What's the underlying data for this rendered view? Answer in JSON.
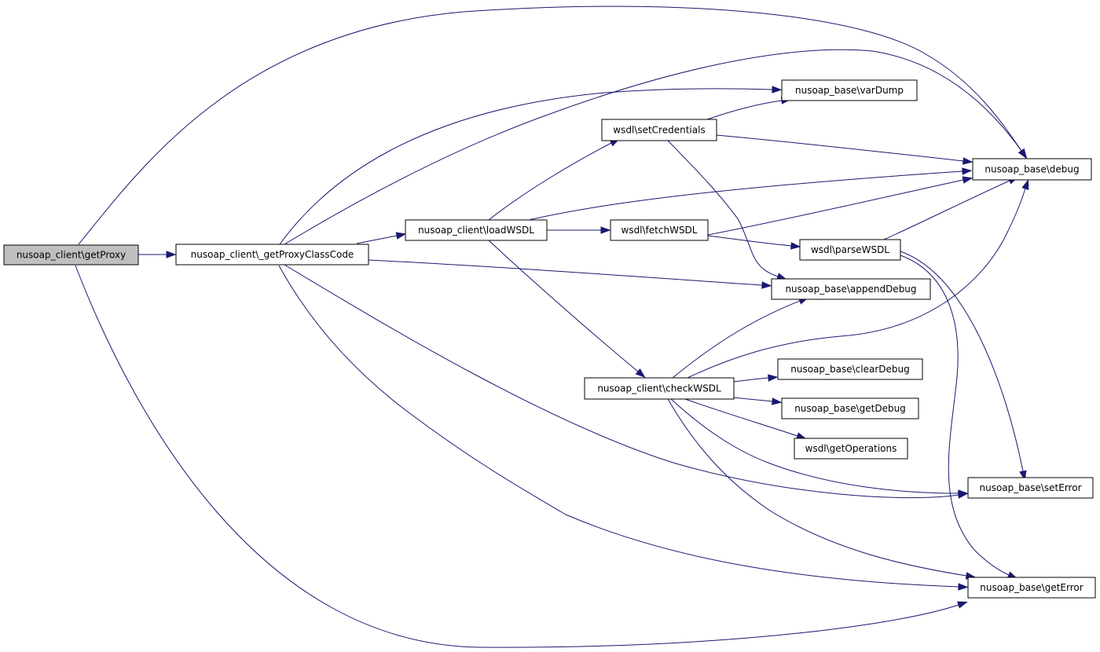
{
  "colors": {
    "edge": "#191970",
    "root_fill": "#bfbfbf",
    "node_fill": "#ffffff",
    "border": "#000000"
  },
  "nodes": [
    {
      "id": "getProxy",
      "label": "nusoap_client\\getProxy",
      "root": true
    },
    {
      "id": "getProxyClassCode",
      "label": "nusoap_client\\_getProxyClassCode"
    },
    {
      "id": "loadWSDL",
      "label": "nusoap_client\\loadWSDL"
    },
    {
      "id": "setCredentials",
      "label": "wsdl\\setCredentials"
    },
    {
      "id": "fetchWSDL",
      "label": "wsdl\\fetchWSDL"
    },
    {
      "id": "parseWSDL",
      "label": "wsdl\\parseWSDL"
    },
    {
      "id": "checkWSDL",
      "label": "nusoap_client\\checkWSDL"
    },
    {
      "id": "varDump",
      "label": "nusoap_base\\varDump"
    },
    {
      "id": "debug",
      "label": "nusoap_base\\debug"
    },
    {
      "id": "appendDebug",
      "label": "nusoap_base\\appendDebug"
    },
    {
      "id": "clearDebug",
      "label": "nusoap_base\\clearDebug"
    },
    {
      "id": "getDebug",
      "label": "nusoap_base\\getDebug"
    },
    {
      "id": "getOperations",
      "label": "wsdl\\getOperations"
    },
    {
      "id": "setError",
      "label": "nusoap_base\\setError"
    },
    {
      "id": "getError",
      "label": "nusoap_base\\getError"
    }
  ],
  "edges": [
    {
      "from": "getProxy",
      "to": "getProxyClassCode"
    },
    {
      "from": "getProxy",
      "to": "debug"
    },
    {
      "from": "getProxy",
      "to": "getError"
    },
    {
      "from": "getProxyClassCode",
      "to": "loadWSDL"
    },
    {
      "from": "getProxyClassCode",
      "to": "varDump"
    },
    {
      "from": "getProxyClassCode",
      "to": "debug"
    },
    {
      "from": "getProxyClassCode",
      "to": "appendDebug"
    },
    {
      "from": "getProxyClassCode",
      "to": "setError"
    },
    {
      "from": "getProxyClassCode",
      "to": "getError"
    },
    {
      "from": "loadWSDL",
      "to": "setCredentials"
    },
    {
      "from": "loadWSDL",
      "to": "fetchWSDL"
    },
    {
      "from": "loadWSDL",
      "to": "debug"
    },
    {
      "from": "loadWSDL",
      "to": "checkWSDL"
    },
    {
      "from": "setCredentials",
      "to": "varDump"
    },
    {
      "from": "setCredentials",
      "to": "debug"
    },
    {
      "from": "setCredentials",
      "to": "appendDebug"
    },
    {
      "from": "fetchWSDL",
      "to": "debug"
    },
    {
      "from": "fetchWSDL",
      "to": "parseWSDL"
    },
    {
      "from": "parseWSDL",
      "to": "debug"
    },
    {
      "from": "parseWSDL",
      "to": "setError"
    },
    {
      "from": "parseWSDL",
      "to": "getError"
    },
    {
      "from": "checkWSDL",
      "to": "appendDebug"
    },
    {
      "from": "checkWSDL",
      "to": "debug"
    },
    {
      "from": "checkWSDL",
      "to": "clearDebug"
    },
    {
      "from": "checkWSDL",
      "to": "getDebug"
    },
    {
      "from": "checkWSDL",
      "to": "getOperations"
    },
    {
      "from": "checkWSDL",
      "to": "setError"
    },
    {
      "from": "checkWSDL",
      "to": "getError"
    }
  ]
}
